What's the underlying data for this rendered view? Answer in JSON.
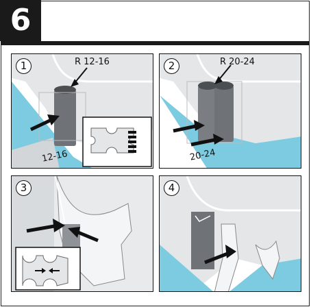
{
  "step": "6",
  "panels": [
    {
      "num": "1",
      "radius_label": "R 12-16",
      "dim_label": "12-16"
    },
    {
      "num": "2",
      "radius_label": "R 20-24",
      "dim_label": "20-24"
    },
    {
      "num": "3"
    },
    {
      "num": "4"
    }
  ],
  "colors": {
    "water": "#7ccbe0",
    "wall": "#e4e6e8",
    "roller": "#6f7377",
    "arrow": "#111111",
    "border": "#111111"
  }
}
